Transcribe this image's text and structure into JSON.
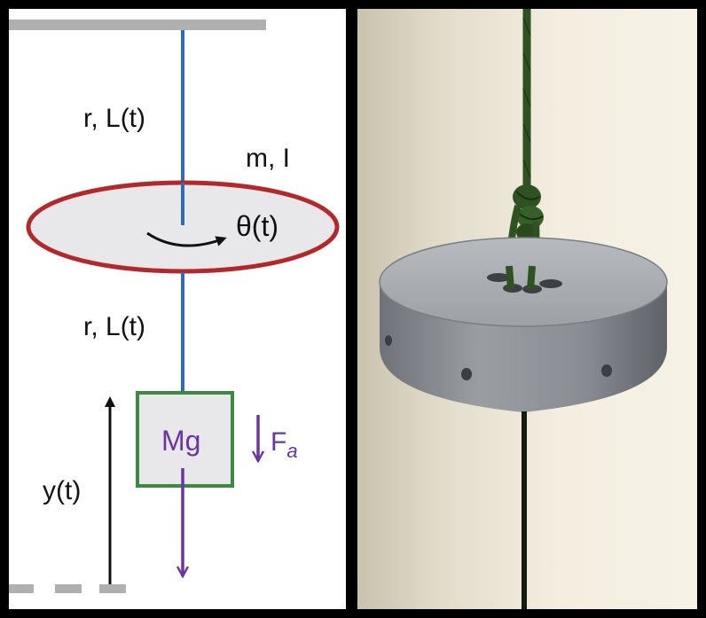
{
  "diagram": {
    "labels": {
      "upper_string": "r, L(t)",
      "disk_properties": "m, I",
      "disk_rotation": "θ(t)",
      "lower_string": "r, L(t)",
      "hanging_mass": "Mg",
      "applied_force_base": "F",
      "applied_force_sub": "a",
      "height": "y(t)"
    },
    "colors": {
      "string": "#2f6cb4",
      "disk_outline": "#b3282b",
      "disk_fill": "#e8e8ea",
      "mass_box": "#3b8a3f",
      "mass_text": "#6a35a0",
      "force_arrow": "#6a35a0",
      "ceiling": "#b0b0b0",
      "floor": "#b0b0b0",
      "text": "#111111"
    }
  },
  "photo": {
    "colors": {
      "wall_light": "#f3eee0",
      "wall_shadow": "#c9c2ad",
      "disk_side": "#8d9197",
      "disk_top": "#a9adb2",
      "cord": "#2f5222",
      "cord_dark": "#151d10"
    }
  }
}
